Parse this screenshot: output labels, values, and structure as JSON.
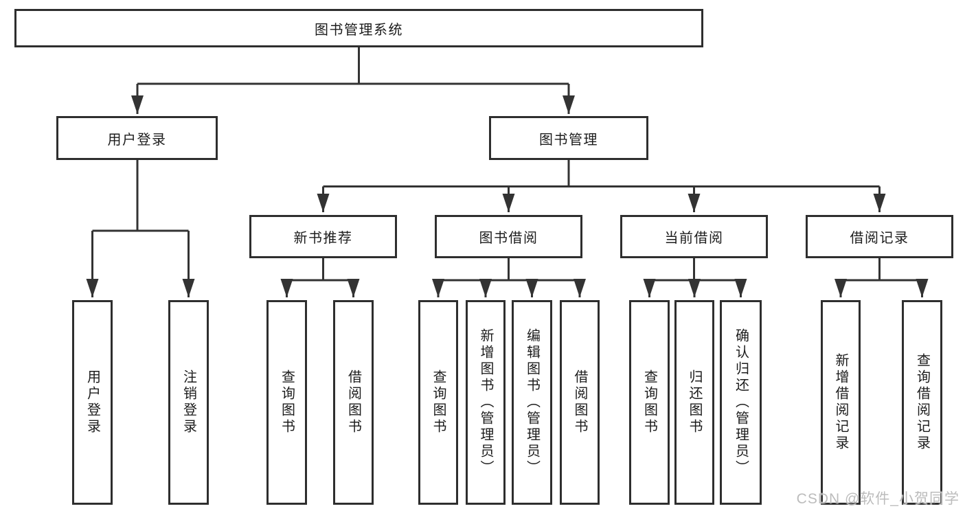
{
  "colors": {
    "background": "#ffffff",
    "line": "#333333",
    "box_border": "#2e2e2e",
    "text": "#1c1c1c",
    "watermark": "#bcbcbc"
  },
  "watermark": {
    "text": "CSDN @软件_小贺同学"
  },
  "diagram": {
    "root": {
      "label": "图书管理系统"
    },
    "children": [
      {
        "label": "用户登录",
        "children": [
          {
            "label": "用户登录"
          },
          {
            "label": "注销登录"
          }
        ]
      },
      {
        "label": "图书管理",
        "children": [
          {
            "label": "新书推荐",
            "children": [
              {
                "label": "查询图书"
              },
              {
                "label": "借阅图书"
              }
            ]
          },
          {
            "label": "图书借阅",
            "children": [
              {
                "label": "查询图书"
              },
              {
                "label": "新增图书（管理员）"
              },
              {
                "label": "编辑图书（管理员）"
              },
              {
                "label": "借阅图书"
              }
            ]
          },
          {
            "label": "当前借阅",
            "children": [
              {
                "label": "查询图书"
              },
              {
                "label": "归还图书"
              },
              {
                "label": "确认归还（管理员）"
              }
            ]
          },
          {
            "label": "借阅记录",
            "children": [
              {
                "label": "新增借阅记录"
              },
              {
                "label": "查询借阅记录"
              }
            ]
          }
        ]
      }
    ]
  }
}
